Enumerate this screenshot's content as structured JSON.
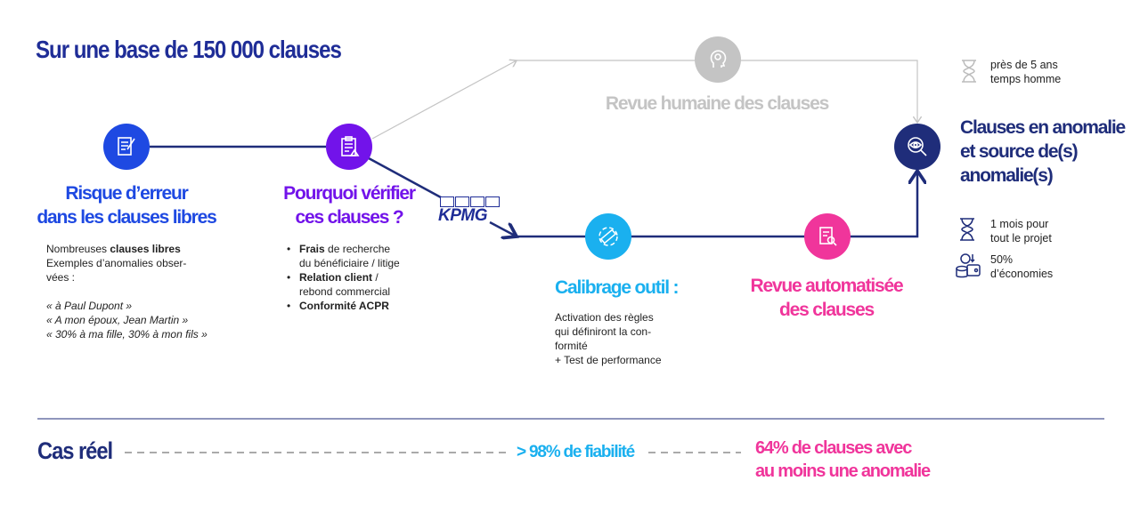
{
  "title": "Sur une base de 150 000 clauses",
  "colors": {
    "navy": "#1f2d7a",
    "blue": "#1e49e2",
    "purple": "#7213ea",
    "cyan": "#1ab0ef",
    "pink": "#f0359b",
    "gray": "#c4c4c4"
  },
  "steps": [
    {
      "heading_l1": "Risque d’erreur",
      "heading_l2": "dans les clauses libres",
      "icon": "document-pen-icon",
      "text_plain1": "Nombreuses ",
      "text_bold1": "clauses libres",
      "text_l2": "Exemples d’anomalies obser-",
      "text_l3": "vées :",
      "quotes": [
        "«  à Paul Dupont »",
        "«  A mon époux, Jean Martin »",
        "« 30% à ma fille, 30% à mon fils »"
      ]
    },
    {
      "heading_l1": "Pourquoi vérifier",
      "heading_l2": "ces clauses ?",
      "icon": "clipboard-warning-icon",
      "bullets": [
        {
          "bold": "Frais",
          "rest": " de recherche",
          "line2": "du bénéficiaire / litige"
        },
        {
          "bold": "Relation client",
          "rest": " /",
          "line2": "rebond commercial"
        },
        {
          "bold": "Conformité ACPR",
          "rest": "",
          "line2": ""
        }
      ]
    },
    {
      "heading": "Calibrage outil :",
      "icon": "ruler-target-icon",
      "lines": [
        "Activation des règles",
        "qui définiront la con-",
        "formité",
        "+ Test de performance"
      ]
    },
    {
      "heading_l1": "Revue automatisée",
      "heading_l2": "des clauses",
      "icon": "document-search-icon"
    },
    {
      "heading_l1": "Clauses en anomalie",
      "heading_l2": "et source de(s)",
      "heading_l3": "anomalie(s)",
      "icon": "eye-magnifier-icon"
    }
  ],
  "human_review": {
    "label": "Revue humaine des clauses",
    "icon": "head-lightbulb-icon",
    "stat_l1": "près de 5 ans",
    "stat_l2": "temps homme"
  },
  "kpmg": "KPMG",
  "stats": [
    {
      "l1": "1 mois pour",
      "l2": "tout le projet",
      "icon": "hourglass-icon"
    },
    {
      "l1": "50%",
      "l2": "d’économies",
      "icon": "money-savings-icon"
    }
  ],
  "footer": {
    "label": "Cas réel",
    "reliability": "> 98% de fiabilité",
    "anomaly_l1": "64% de clauses avec",
    "anomaly_l2": "au moins une anomalie"
  }
}
